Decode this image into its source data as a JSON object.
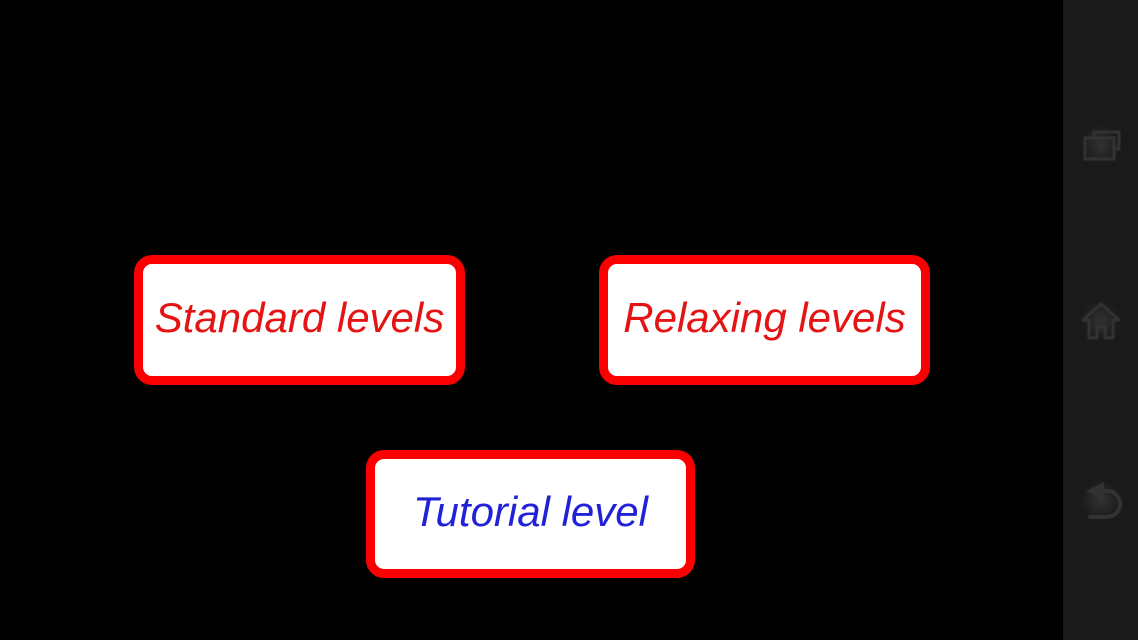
{
  "screen": {
    "type": "game-level-select",
    "background_color": "#000000"
  },
  "buttons": [
    {
      "id": "standard-levels",
      "label": "Standard levels",
      "text_color": "#e51414"
    },
    {
      "id": "relaxing-levels",
      "label": "Relaxing levels",
      "text_color": "#e51414"
    },
    {
      "id": "tutorial-level",
      "label": "Tutorial level",
      "text_color": "#2121d8"
    }
  ],
  "button_style": {
    "border_color": "#fb0000",
    "background_color": "#ffffff"
  },
  "navbar": {
    "background_color": "#1a1a1a",
    "icon_color": "#323232",
    "icons": [
      {
        "name": "recents-icon"
      },
      {
        "name": "home-icon"
      },
      {
        "name": "back-icon"
      }
    ]
  }
}
